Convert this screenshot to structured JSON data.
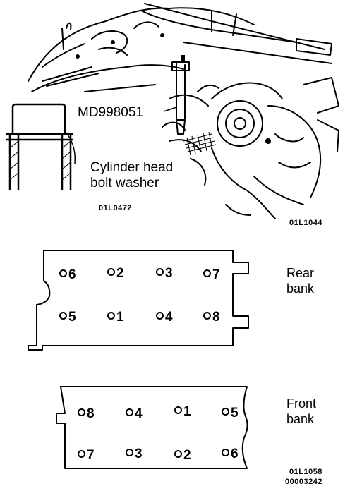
{
  "top_figure": {
    "tool_label": "MD998051",
    "part_label_line1": "Cylinder head",
    "part_label_line2": "bolt washer",
    "inset_code": "01L0472",
    "figure_code": "01L1044"
  },
  "rear_bank": {
    "label_line1": "Rear",
    "label_line2": "bank",
    "top_row": [
      "6",
      "2",
      "3",
      "7"
    ],
    "bottom_row": [
      "5",
      "1",
      "4",
      "8"
    ]
  },
  "front_bank": {
    "label_line1": "Front",
    "label_line2": "bank",
    "top_row": [
      "8",
      "4",
      "1",
      "5"
    ],
    "bottom_row": [
      "7",
      "3",
      "2",
      "6"
    ],
    "figure_code": "01L1058",
    "doc_code": "00003242"
  }
}
